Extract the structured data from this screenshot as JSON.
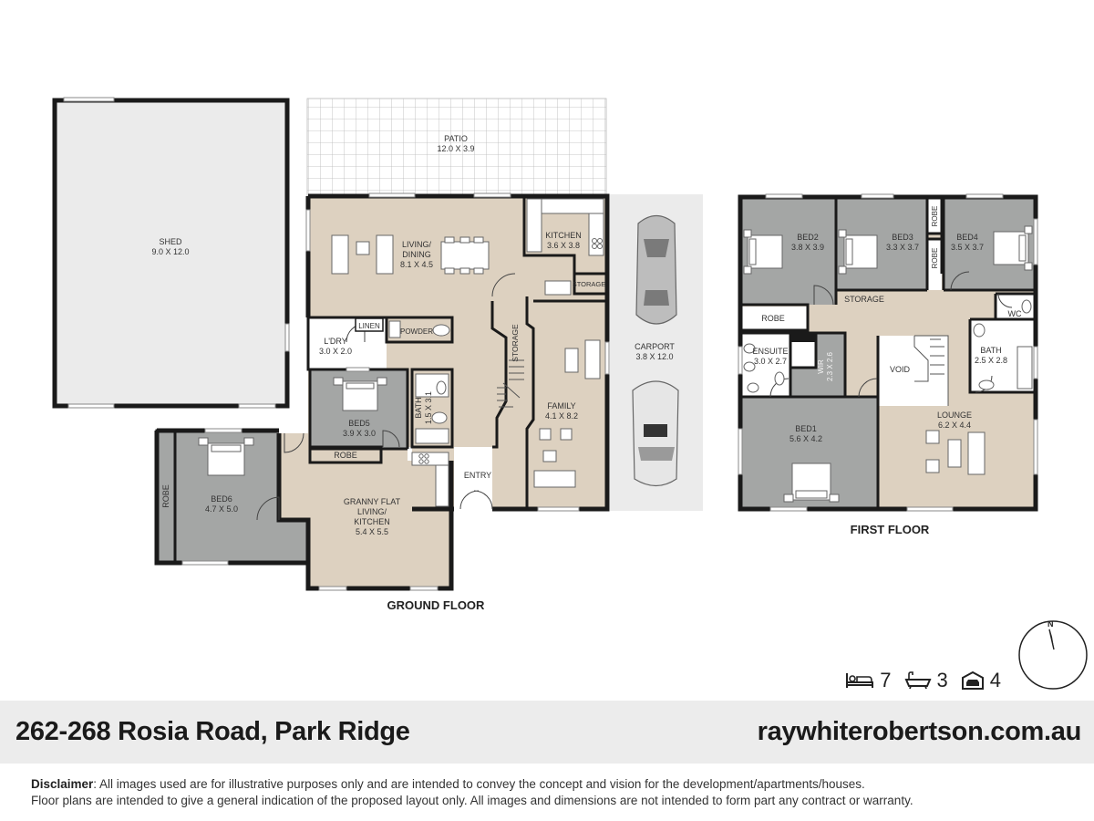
{
  "rooms": {
    "patio": {
      "name": "PATIO",
      "dim": "12.0 X 3.9"
    },
    "shed": {
      "name": "SHED",
      "dim": "9.0 X 12.0"
    },
    "living": {
      "name1": "LIVING/",
      "name2": "DINING",
      "dim": "8.1 X 4.5"
    },
    "kitchen": {
      "name": "KITCHEN",
      "dim": "3.6 X 3.8"
    },
    "storage_kitchen": {
      "name": "STORAGE"
    },
    "carport": {
      "name": "CARPORT",
      "dim": "3.8 X 12.0"
    },
    "laundry": {
      "name": "L'DRY",
      "dim": "3.0 X 2.0"
    },
    "linen": {
      "name": "LINEN"
    },
    "powder": {
      "name": "POWDER"
    },
    "storage_stair": {
      "name": "STORAGE"
    },
    "family": {
      "name": "FAMILY",
      "dim": "4.1 X 8.2"
    },
    "bed5": {
      "name": "BED5",
      "dim": "3.9 X 3.0"
    },
    "bath_ground": {
      "name": "BATH",
      "dim": "1.5 X 3.1"
    },
    "robe_bed5": {
      "name": "ROBE"
    },
    "entry": {
      "name": "ENTRY"
    },
    "bed6": {
      "name": "BED6",
      "dim": "4.7 X 5.0"
    },
    "robe_bed6": {
      "name": "ROBE"
    },
    "granny": {
      "name1": "GRANNY FLAT",
      "name2": "LIVING/",
      "name3": "KITCHEN",
      "dim": "5.4 X 5.5"
    },
    "bed2": {
      "name": "BED2",
      "dim": "3.8 X 3.9"
    },
    "bed3": {
      "name": "BED3",
      "dim": "3.3 X 3.7"
    },
    "bed4": {
      "name": "BED4",
      "dim": "3.5 X 3.7"
    },
    "robe_bed3": {
      "name": "ROBE"
    },
    "robe_bed4": {
      "name": "ROBE"
    },
    "storage_first": {
      "name": "STORAGE"
    },
    "robe_first": {
      "name": "ROBE"
    },
    "wc": {
      "name": "WC"
    },
    "ensuite": {
      "name": "ENSUITE",
      "dim": "3.0 X 2.7"
    },
    "wir": {
      "name": "WIR",
      "dim": "2.3 X 2.6"
    },
    "void": {
      "name": "VOID"
    },
    "bath_first": {
      "name": "BATH",
      "dim": "2.5 X 2.8"
    },
    "bed1": {
      "name": "BED1",
      "dim": "5.6 X 4.2"
    },
    "lounge": {
      "name": "LOUNGE",
      "dim": "6.2 X 4.4"
    }
  },
  "floors": {
    "ground": "GROUND FLOOR",
    "first": "FIRST FLOOR"
  },
  "amenities": {
    "beds": "7",
    "baths": "3",
    "cars": "4"
  },
  "compass": {
    "north": "N"
  },
  "footer": {
    "address": "262-268 Rosia Road, Park Ridge",
    "website": "raywhiterobertson.com.au"
  },
  "disclaimer": {
    "label": "Disclaimer",
    "line1": ": All images used are for illustrative purposes only and are intended to convey the concept and vision for the development/apartments/houses.",
    "line2": "Floor plans are intended to give a general indication of the proposed layout only. All images and dimensions are not intended to form part any contract or warranty."
  },
  "colors": {
    "warm": "#ddd1c0",
    "grey": "#a4a6a5",
    "light": "#ebebeb",
    "wall": "#1a1a1a"
  }
}
